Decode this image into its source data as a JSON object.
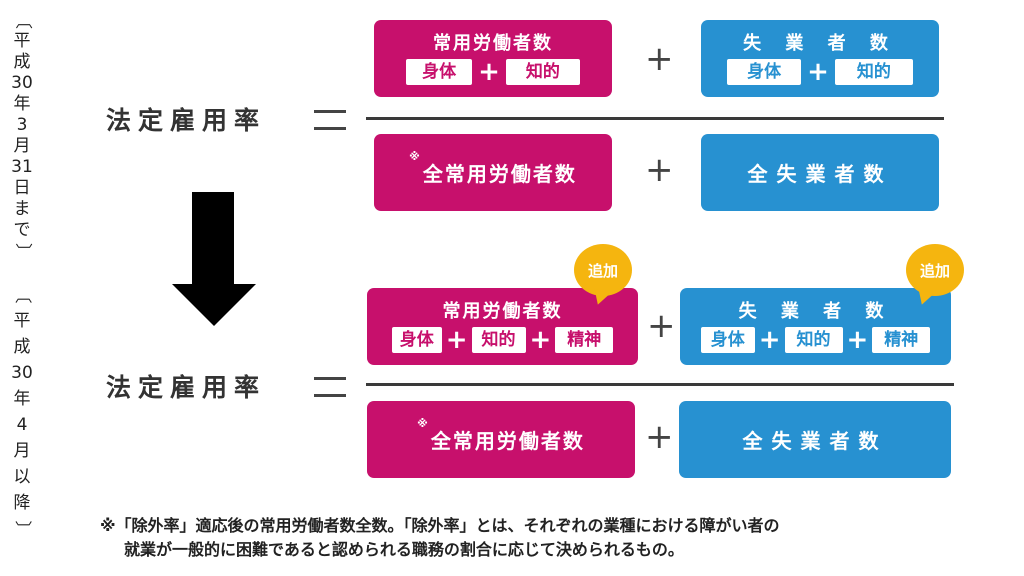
{
  "period_labels": {
    "before": {
      "open_bracket": "〔",
      "chars": [
        "平",
        "成",
        "30",
        "年",
        "3",
        "月",
        "31",
        "日",
        "ま",
        "で"
      ],
      "close_bracket": "〕"
    },
    "after": {
      "open_bracket": "〔",
      "chars": [
        "平",
        "成",
        "30",
        "年",
        "4",
        "月",
        "以",
        "降"
      ],
      "close_bracket": "〕"
    }
  },
  "formula_before": {
    "label": "法定雇用率",
    "equals": "＝",
    "numerator": {
      "left_box": {
        "title": "常用労働者数",
        "chips": [
          "身体",
          "知的"
        ]
      },
      "plus": "+",
      "right_box": {
        "title": "失 業 者 数",
        "chips": [
          "身体",
          "知的"
        ]
      }
    },
    "denominator": {
      "left_box": {
        "mark": "※",
        "title": "全常用労働者数"
      },
      "plus": "+",
      "right_box": {
        "title": "全失業者数"
      }
    }
  },
  "arrow": {
    "icon": "down-arrow-icon"
  },
  "formula_after": {
    "label": "法定雇用率",
    "equals": "＝",
    "numerator": {
      "left_box": {
        "title": "常用労働者数",
        "chips": [
          "身体",
          "知的",
          "精神"
        ],
        "badge": "追加"
      },
      "plus": "+",
      "right_box": {
        "title": "失 業 者 数",
        "chips": [
          "身体",
          "知的",
          "精神"
        ],
        "badge": "追加"
      }
    },
    "denominator": {
      "left_box": {
        "mark": "※",
        "title": "全常用労働者数"
      },
      "plus": "+",
      "right_box": {
        "title": "全失業者数"
      }
    }
  },
  "chip_plus": "+",
  "footnote": {
    "line1": "※「除外率」適応後の常用労働者数全数。「除外率」とは、それぞれの業種における障がい者の",
    "line2": "就業が一般的に困難であると認められる職務の割合に応じて決められるもの。"
  },
  "colors": {
    "pink": "#c7106c",
    "blue": "#2791d1",
    "badge": "#f5b50f"
  }
}
